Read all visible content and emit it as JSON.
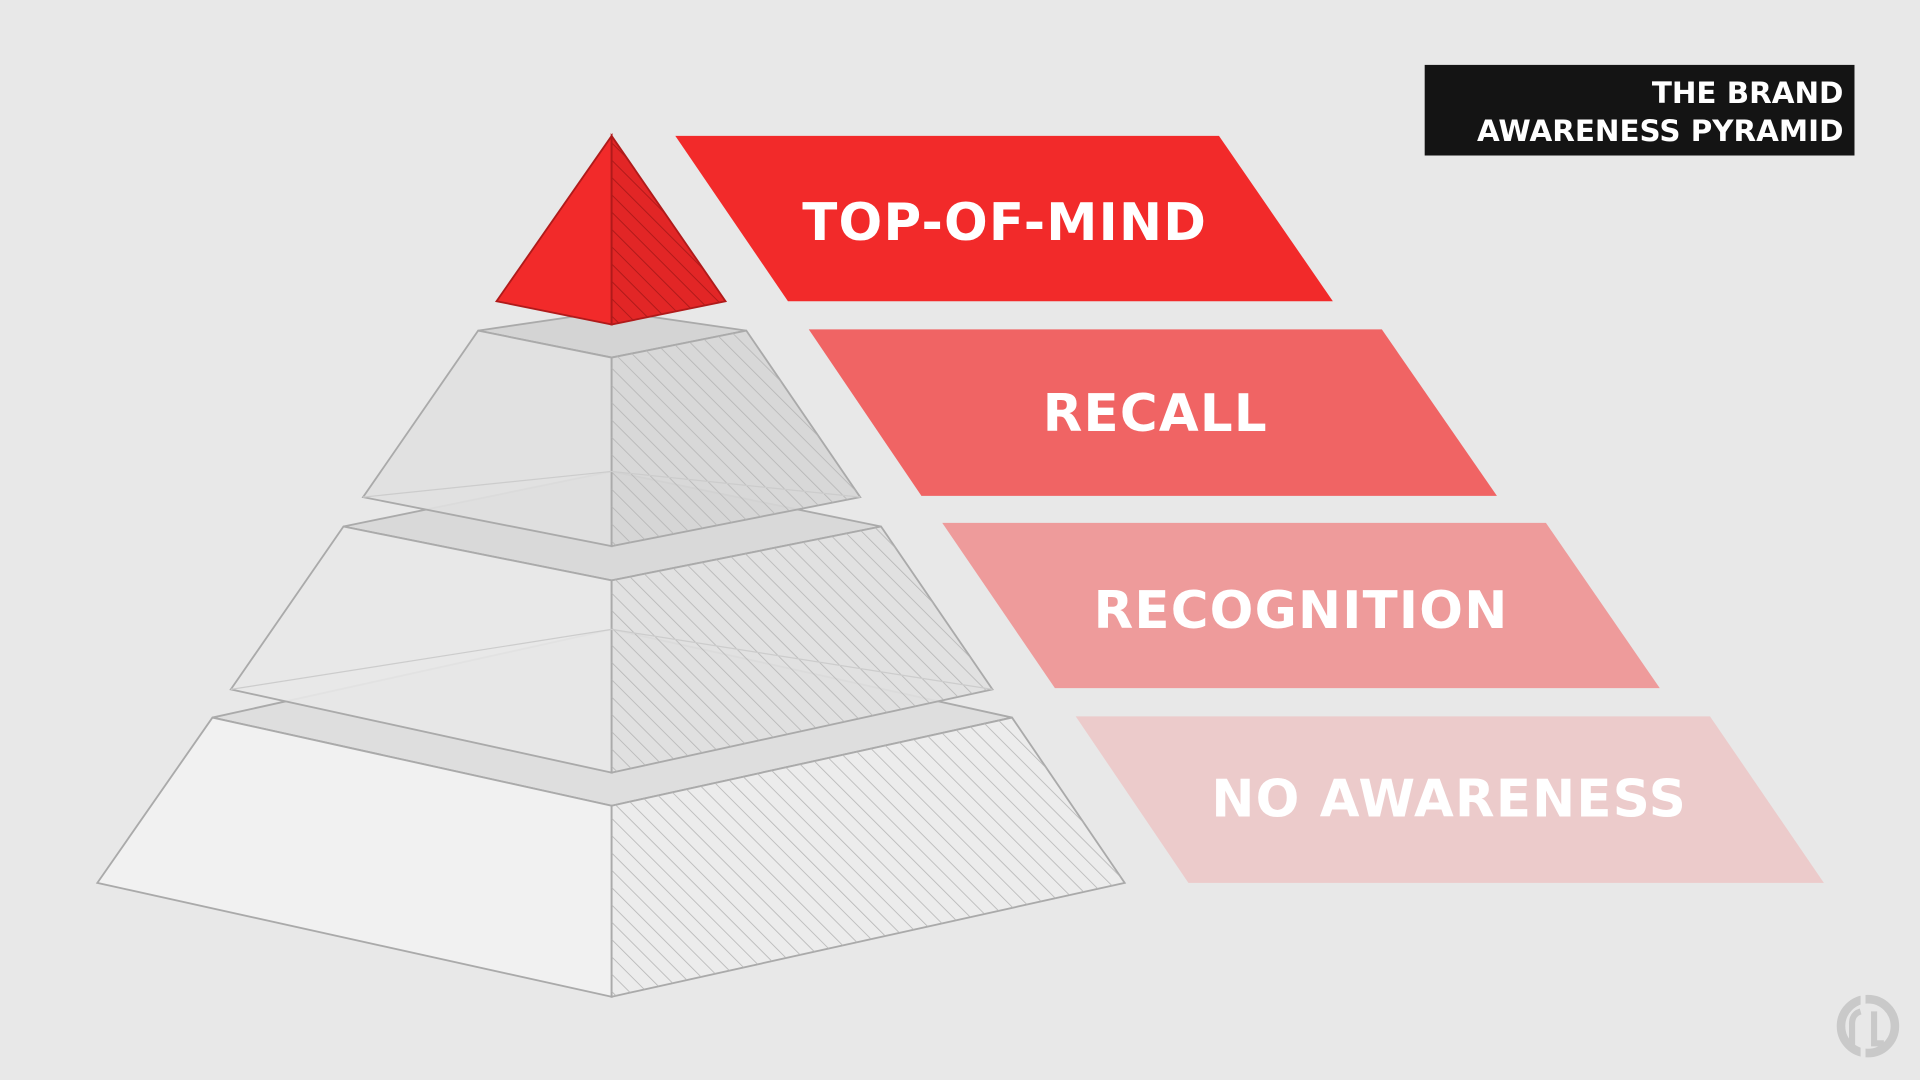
{
  "title": {
    "line1": "THE BRAND",
    "line2": "AWARENESS PYRAMID"
  },
  "levels": [
    {
      "label": "TOP-OF-MIND",
      "color": "#f22a2a"
    },
    {
      "label": "RECALL",
      "color": "#f06464"
    },
    {
      "label": "RECOGNITION",
      "color": "#ee9b9b"
    },
    {
      "label": "NO AWARENESS",
      "color": "#eccbcb"
    }
  ],
  "logo": "monogram-logo"
}
